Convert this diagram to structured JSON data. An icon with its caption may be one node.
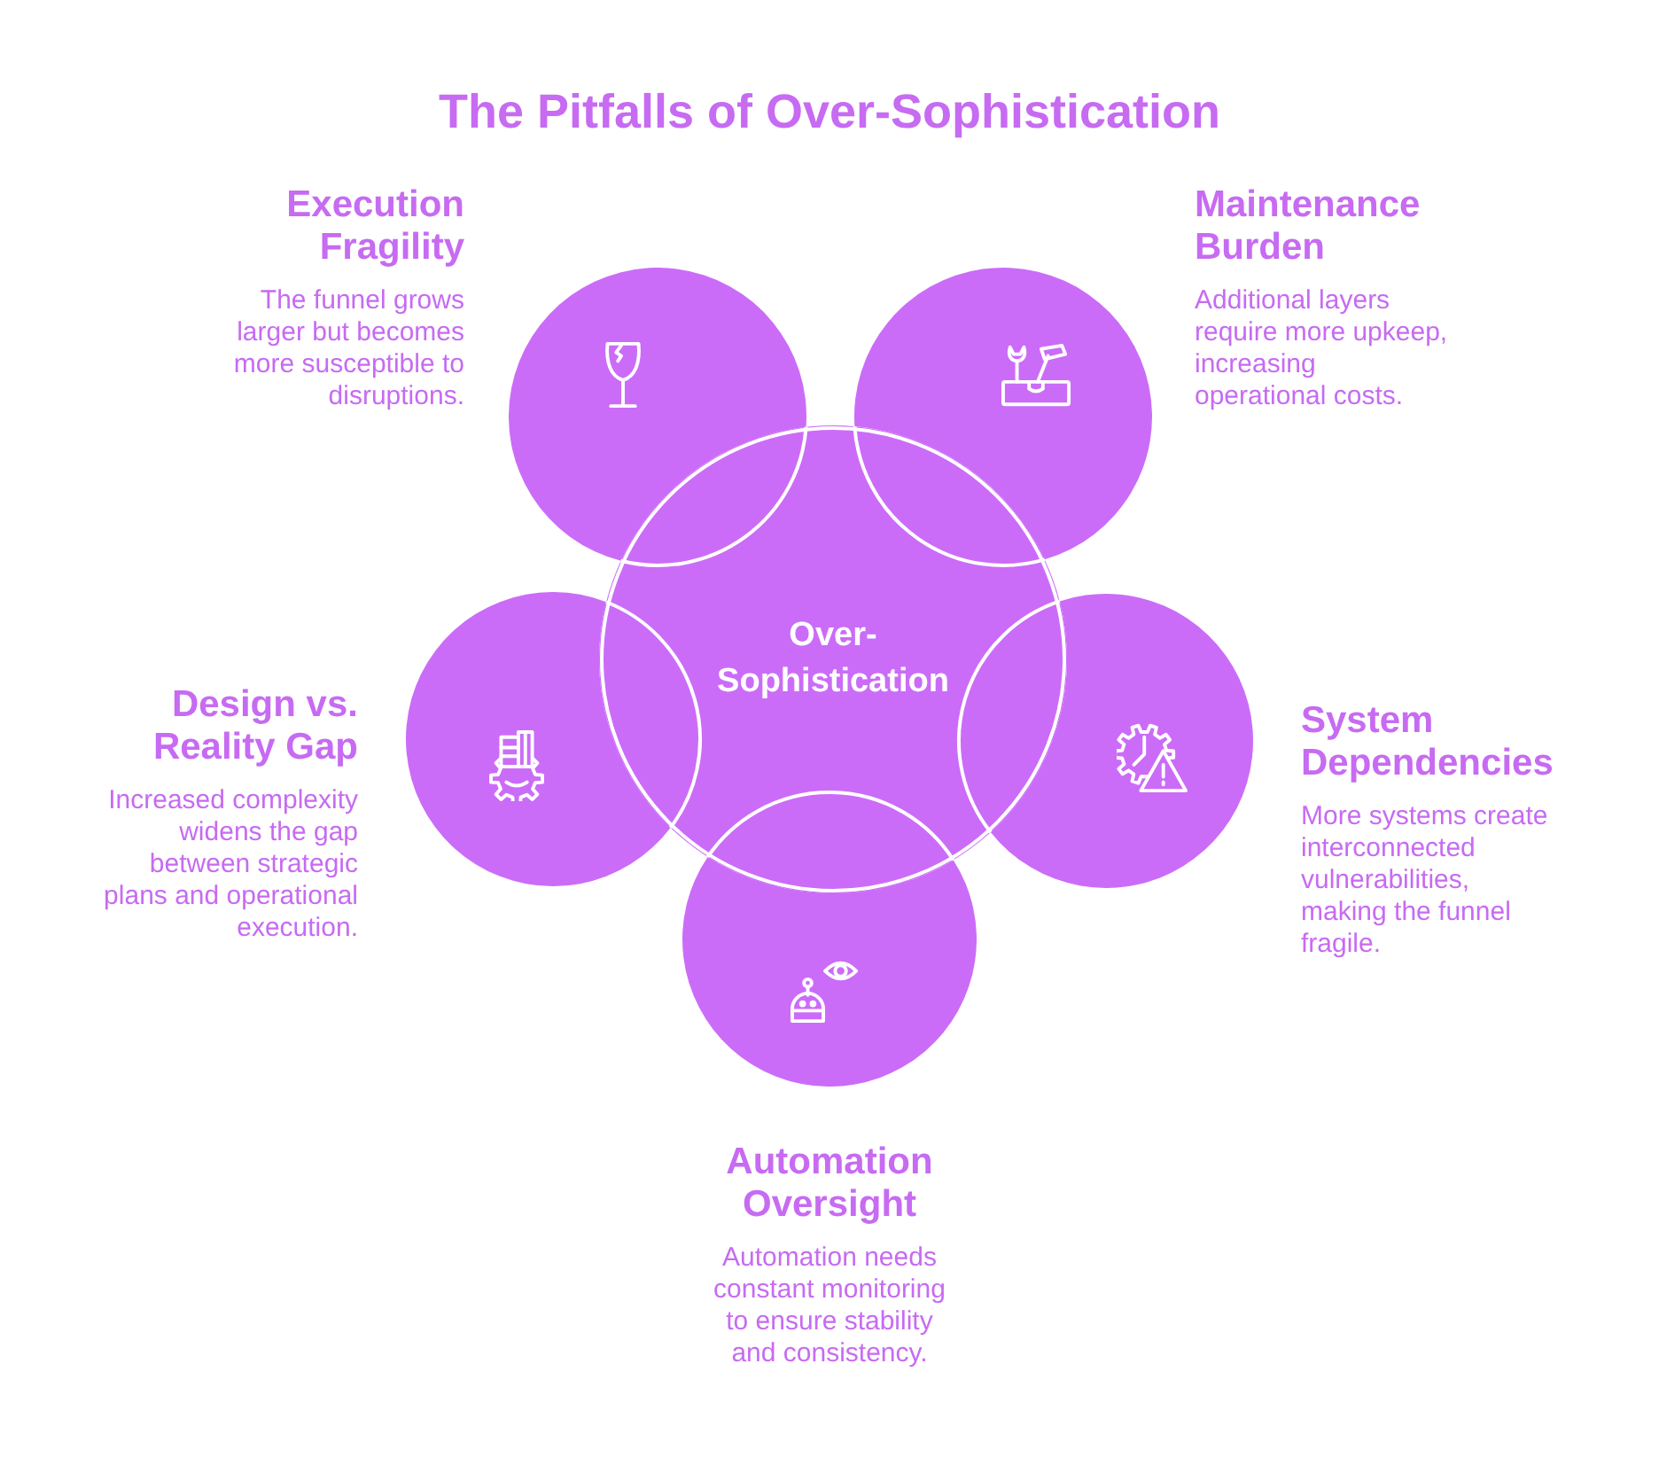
{
  "diagram": {
    "title": "The Pitfalls of Over-Sophistication",
    "nodes": [
      {
        "text": [
          "Over-Sophistication"
        ]
      },
      {
        "text": [
          "Execution Fragility",
          "The funnel grows larger but becomes more susceptible to disruptions."
        ]
      },
      {
        "text": [
          "Maintenance Burden",
          "Additional layers require more upkeep, increasing operational costs."
        ]
      },
      {
        "text": [
          "Design vs. Reality Gap",
          "Increased complexity widens the gap between strategic plans and operational execution."
        ]
      },
      {
        "text": [
          "System Dependencies",
          "More systems create interconnected vulnerabilities, making the funnel fragile."
        ]
      },
      {
        "text": [
          "Automation Oversight",
          "Automation needs constant monitoring to ensure stability and consistency."
        ]
      }
    ]
  }
}
